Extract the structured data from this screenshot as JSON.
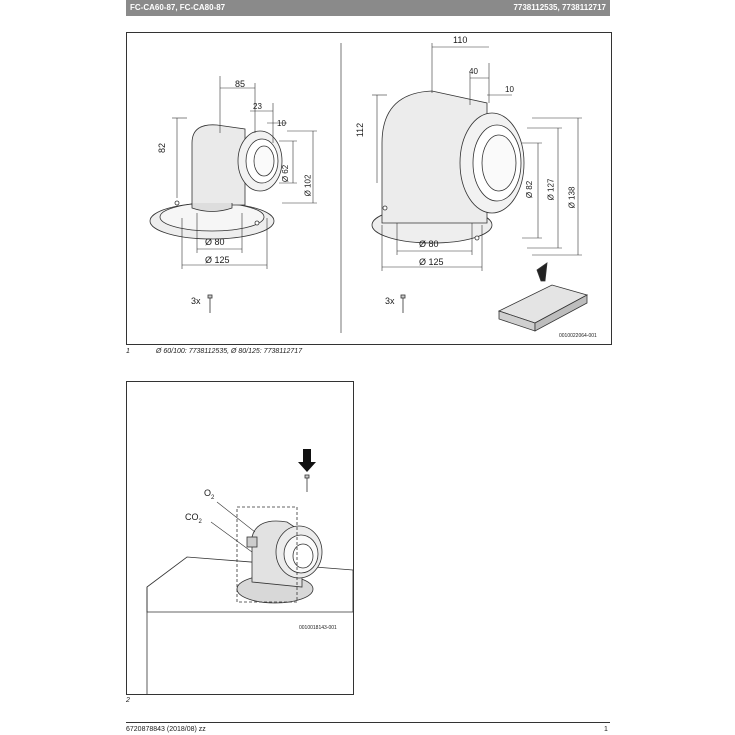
{
  "header": {
    "left": "FC-CA60-87, FC-CA80-87",
    "right": "7738112535, 7738112717"
  },
  "figure1": {
    "left_dims": {
      "d85": "85",
      "d23": "23",
      "d10": "10",
      "d82": "82",
      "d62": "Ø 62",
      "d102": "Ø 102",
      "d80": "Ø 80",
      "d125": "Ø 125",
      "screws": "3x"
    },
    "right_dims": {
      "d110": "110",
      "d40": "40",
      "d10": "10",
      "d112": "112",
      "d82": "Ø 82",
      "d127": "Ø 127",
      "d138": "Ø 138",
      "d80": "Ø 80",
      "d125": "Ø 125",
      "screws": "3x"
    },
    "code": "0010022064-001",
    "caption_num": "1",
    "caption_text": "Ø 60/100: 7738112535, Ø 80/125: 7738112717"
  },
  "figure2": {
    "o2": "O",
    "o2_sub": "2",
    "co2": "CO",
    "co2_sub": "2",
    "code": "0010018143-001",
    "caption_num": "2"
  },
  "footer": {
    "left": "6720878843 (2018/08) zz",
    "right": "1"
  }
}
